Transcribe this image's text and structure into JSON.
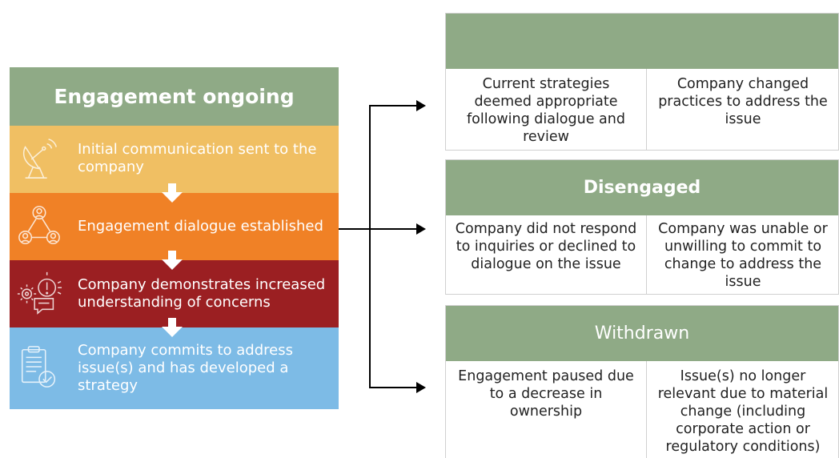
{
  "left": {
    "title": "Engagement ongoing",
    "stages": [
      {
        "label": "Initial communication sent to the company",
        "icon": "satellite-dish-icon"
      },
      {
        "label": "Engagement dialogue established",
        "icon": "people-network-icon"
      },
      {
        "label": "Company demonstrates increased understanding of concerns",
        "icon": "gear-alert-icon"
      },
      {
        "label": "Company commits to address issue(s) and has developed a strategy",
        "icon": "clipboard-check-icon"
      }
    ]
  },
  "outcomes": [
    {
      "title": "",
      "cells": [
        "Current strategies deemed appropriate following dialogue and review",
        "Company changed practices to address the issue"
      ]
    },
    {
      "title": "Disengaged",
      "cells": [
        "Company did not respond to inquiries or declined to dialogue on the issue",
        "Company was unable or unwilling to commit to change to address the issue"
      ]
    },
    {
      "title": "Withdrawn",
      "cells": [
        "Engagement paused due to a decrease in ownership",
        "Issue(s) no longer relevant due to material change (including corporate action or regulatory conditions)"
      ]
    }
  ],
  "colors": {
    "header_green": "#8faa86",
    "stage_yellow": "#f0bf63",
    "stage_orange": "#f08126",
    "stage_red": "#9b1f22",
    "stage_blue": "#7dbbe6"
  }
}
